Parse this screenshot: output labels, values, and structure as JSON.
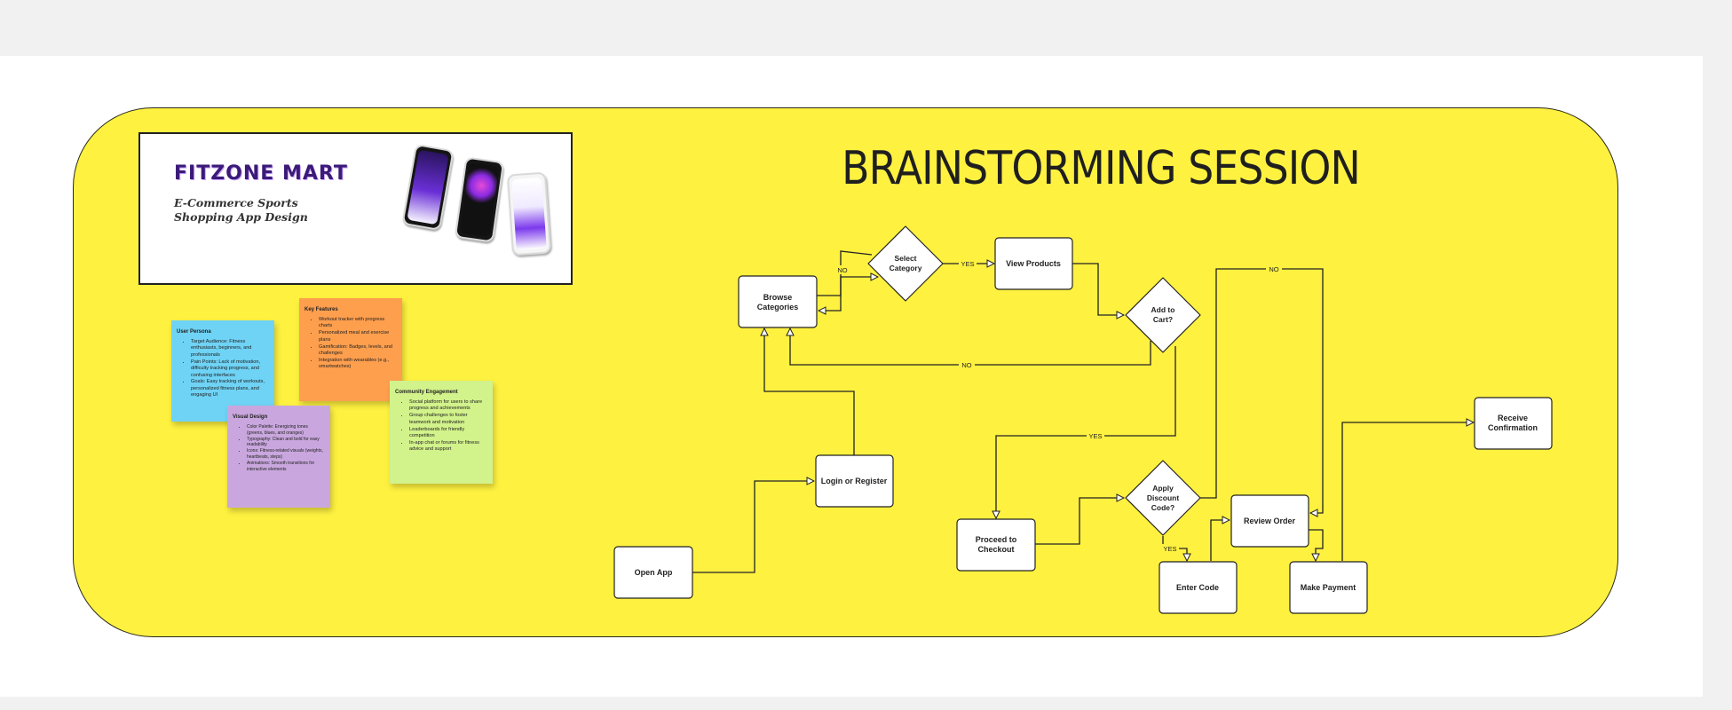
{
  "banner": {
    "brand": "FITZONE MART",
    "subtitle": "E-Commerce Sports Shopping App Design"
  },
  "title": "BRAINSTORMING SESSION",
  "notes": [
    {
      "id": "user_persona",
      "color": "#6fd3f5",
      "heading": "User Persona",
      "items": [
        "Target Audience: Fitness enthusiasts, beginners, and professionals",
        "Pain Points: Lack of motivation, difficulty tracking progress, and confusing interfaces",
        "Goals: Easy tracking of workouts, personalized fitness plans, and engaging UI"
      ]
    },
    {
      "id": "key_features",
      "color": "#fe9f4e",
      "heading": "Key Features",
      "items": [
        "Workout tracker with progress charts",
        "Personalized meal and exercise plans",
        "Gamification: Badges, levels, and challenges",
        "Integration with wearables (e.g., smartwatches)"
      ]
    },
    {
      "id": "visual_design",
      "color": "#c9a7de",
      "heading": "Visual Design",
      "items": [
        "Color Palette: Energizing tones (greens, blues, and oranges)",
        "Typography: Clean and bold for easy readability",
        "Icons: Fitness-related visuals (weights, heartbeats, steps)",
        "Animations: Smooth transitions for interactive elements"
      ]
    },
    {
      "id": "community",
      "color": "#d2f28b",
      "heading": "Community Engagement",
      "items": [
        "Social platform for users to share progress and achievements",
        "Group challenges to foster teamwork and motivation",
        "Leaderboards for friendly competition",
        "In-app chat or forums for fitness advice and support"
      ]
    }
  ],
  "flow": {
    "nodes": {
      "open_app": [
        "Open App"
      ],
      "login": [
        "Login or Register"
      ],
      "browse": [
        "Browse",
        "Categories"
      ],
      "select": [
        "Select",
        "Category"
      ],
      "view": [
        "View Products"
      ],
      "add_cart": [
        "Add to",
        "Cart?"
      ],
      "checkout": [
        "Proceed to",
        "Checkout"
      ],
      "discount": [
        "Apply",
        "Discount",
        "Code?"
      ],
      "enter_code": [
        "Enter Code"
      ],
      "review": [
        "Review Order"
      ],
      "payment": [
        "Make Payment"
      ],
      "confirm": [
        "Receive",
        "Confirmation"
      ]
    },
    "labels": {
      "no_loop": "NO",
      "yes_select": "YES",
      "no_cart": "NO",
      "yes_cart": "YES",
      "no_discount": "NO",
      "yes_discount": "YES"
    }
  }
}
